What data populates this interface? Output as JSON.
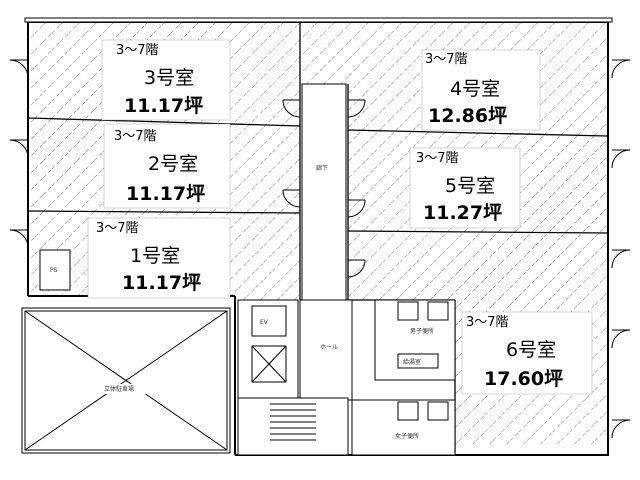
{
  "floor_plan": {
    "units": [
      {
        "id": "unit-3",
        "floors": "3～7階",
        "name": "3号室",
        "area": "11.17坪"
      },
      {
        "id": "unit-4",
        "floors": "3～7階",
        "name": "4号室",
        "area": "12.86坪"
      },
      {
        "id": "unit-2",
        "floors": "3～7階",
        "name": "2号室",
        "area": "11.17坪"
      },
      {
        "id": "unit-5",
        "floors": "3～7階",
        "name": "5号室",
        "area": "11.27坪"
      },
      {
        "id": "unit-1",
        "floors": "3～7階",
        "name": "1号室",
        "area": "11.17坪"
      },
      {
        "id": "unit-6",
        "floors": "3～7階",
        "name": "6号室",
        "area": "17.60坪"
      }
    ],
    "rooms": {
      "corridor": "廊下",
      "hall": "ホール",
      "parking": "立体駐車場",
      "wc_m": "男子便所",
      "wc_f": "女子便所",
      "pantry": "給湯室",
      "ps": "PS",
      "ev": "EV"
    },
    "colors": {
      "line": "#000000",
      "hatch": "#555555",
      "background": "#ffffff"
    }
  }
}
